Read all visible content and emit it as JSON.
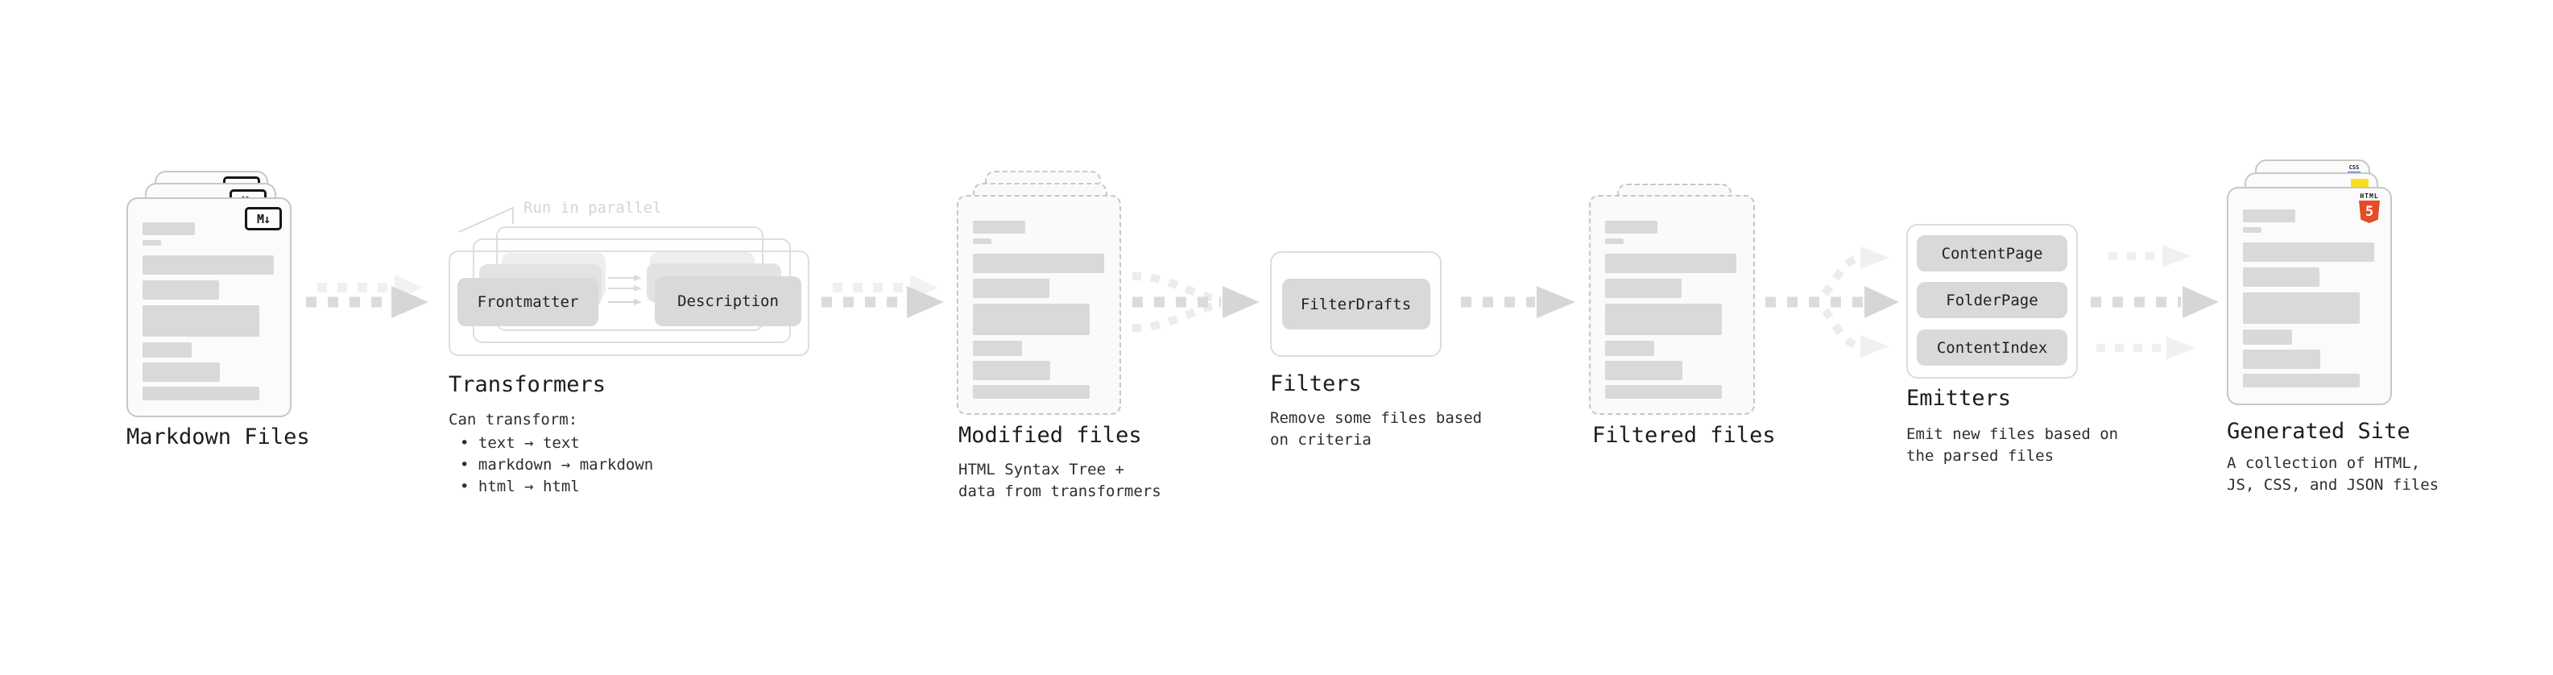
{
  "colors": {
    "background": "#ffffff",
    "bar_gray": "#d9d9d9",
    "arrow_dark": "#d6d6d6",
    "arrow_light": "#f0f0f0",
    "html5_orange": "#e44d26",
    "js_yellow": "#f7df1e",
    "css_blue": "#2965f1"
  },
  "sections": {
    "markdown_files": {
      "title": "Markdown Files",
      "icon_label": "M↓"
    },
    "transformers": {
      "title": "Transformers",
      "callout": "Run in parallel",
      "buttons": [
        "Frontmatter",
        "Description"
      ],
      "desc_heading": "Can transform:",
      "desc_bullets": [
        "• text → text",
        "• markdown → markdown",
        "• html → html"
      ]
    },
    "modified_files": {
      "title": "Modified files",
      "subtitle_lines": [
        "HTML Syntax Tree +",
        "data from transformers"
      ]
    },
    "filters": {
      "title": "Filters",
      "buttons": [
        "FilterDrafts"
      ],
      "subtitle_lines": [
        "Remove some files based",
        "on criteria"
      ]
    },
    "filtered_files": {
      "title": "Filtered files"
    },
    "emitters": {
      "title": "Emitters",
      "buttons": [
        "ContentPage",
        "FolderPage",
        "ContentIndex"
      ],
      "subtitle_lines": [
        "Emit new files based on",
        "the parsed files"
      ]
    },
    "generated_site": {
      "title": "Generated Site",
      "subtitle_lines": [
        "A collection of HTML,",
        "JS, CSS, and JSON files"
      ],
      "badges": {
        "html_word": "HTML",
        "html_number": "5",
        "css_word": "CSS"
      }
    }
  }
}
